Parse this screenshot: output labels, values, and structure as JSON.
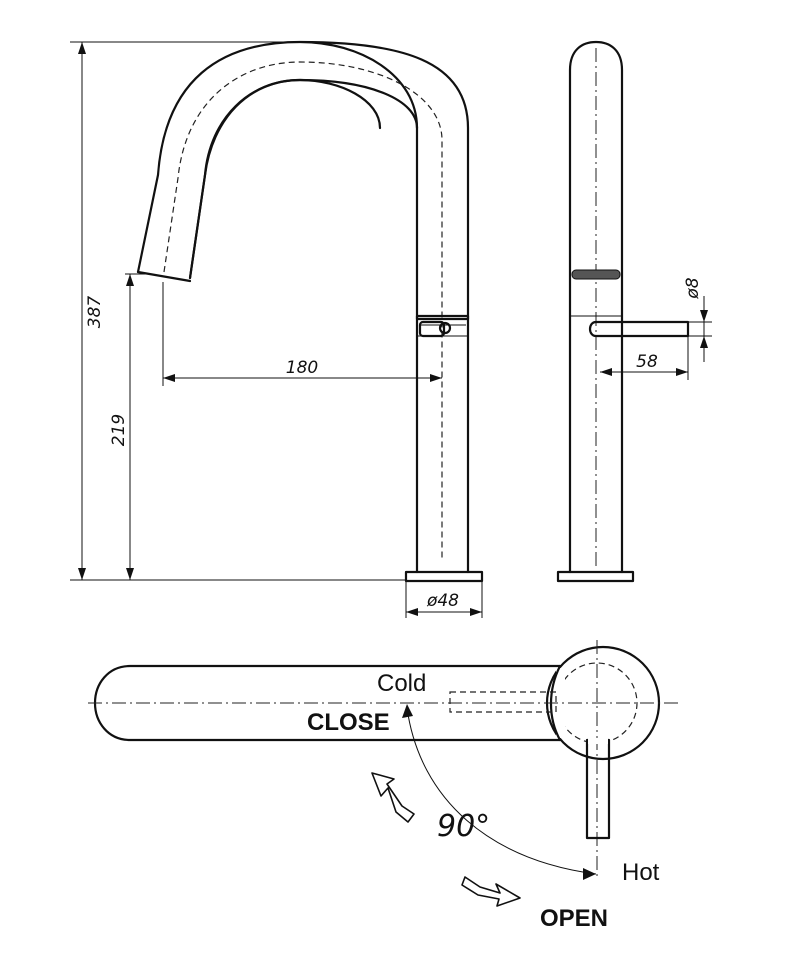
{
  "dimensions": {
    "overall_height": "387",
    "spout_height": "219",
    "spout_reach": "180",
    "base_diameter": "ø48",
    "lever_diameter": "ø8",
    "lever_length": "58"
  },
  "plan_view": {
    "cold_label": "Cold",
    "close_label": "CLOSE",
    "angle_label": "90°",
    "hot_label": "Hot",
    "open_label": "OPEN"
  },
  "icons": [
    "rotation-arrow-icon",
    "rotation-arrow-icon"
  ]
}
